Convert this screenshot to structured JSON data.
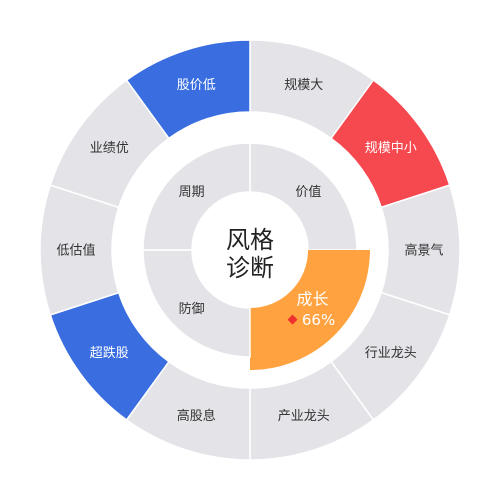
{
  "center": {
    "line1": "风格",
    "line2": "诊断"
  },
  "colors": {
    "segment_default": "#e3e3e8",
    "low_valuation": "#3a6ee0",
    "large_or_small": "#f5484f",
    "active_inner": "#ffa23f",
    "separator": "#ffffff",
    "text_dark": "#333333",
    "text_light": "#ffffff",
    "marker": "#f0312f"
  },
  "outer_ring": [
    {
      "key": "large-cap",
      "label": "规模大",
      "highlight": "none"
    },
    {
      "key": "size-mid-small",
      "label": "规模中小",
      "highlight": "red"
    },
    {
      "key": "high-prosperity",
      "label": "高景气",
      "highlight": "none"
    },
    {
      "key": "industry-leader",
      "label": "行业龙头",
      "highlight": "none"
    },
    {
      "key": "chain-leader",
      "label": "产业龙头",
      "highlight": "none"
    },
    {
      "key": "high-dividend",
      "label": "高股息",
      "highlight": "none"
    },
    {
      "key": "oversold",
      "label": "超跌股",
      "highlight": "blue"
    },
    {
      "key": "low-valuation",
      "label": "低估值",
      "highlight": "none"
    },
    {
      "key": "good-earnings",
      "label": "业绩优",
      "highlight": "none"
    },
    {
      "key": "low-price",
      "label": "股价低",
      "highlight": "blue"
    }
  ],
  "inner_ring": [
    {
      "key": "value",
      "label": "价值",
      "active": false
    },
    {
      "key": "growth",
      "label": "成长",
      "active": true,
      "percent": "66%"
    },
    {
      "key": "defensive",
      "label": "防御",
      "active": false
    },
    {
      "key": "cyclical",
      "label": "周期",
      "active": false
    }
  ]
}
